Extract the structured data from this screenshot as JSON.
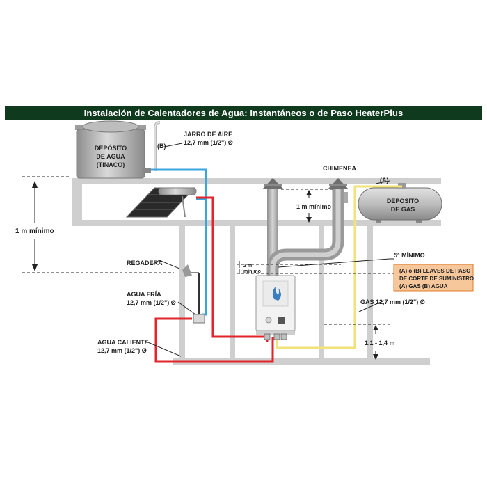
{
  "title": "Instalación de Calentadores de Agua: Instantáneos o de Paso HeaterPlus",
  "labels": {
    "tank_line1": "DEPÓSITO",
    "tank_line2": "DE AGUA",
    "tank_line3": "(TINACO)",
    "air_marker": "(B)",
    "air_line1": "JARRO DE AIRE",
    "air_line2": "12,7 mm (1/2\") Ø",
    "chimney": "CHIMENEA",
    "gas_marker": "(A)",
    "gas_tank_line1": "DEPOSITO",
    "gas_tank_line2": "DE GAS",
    "chimney_height": "1 m mínimo",
    "tank_height": "1 m mínimo",
    "shower": "REGADERA",
    "angle": "5° MÍNIMO",
    "gap_line1": "2 m",
    "gap_line2": "mínimo",
    "cold_line1": "AGUA FRÍA",
    "cold_line2": "12,7 mm (1/2\") Ø",
    "gas_pipe": "GAS 12,7 mm (1/2\") Ø",
    "hot_line1": "AGUA CALIENTE",
    "hot_line2": "12,7 mm (1/2\") Ø",
    "floor_height": "1,1 - 1,4 m"
  },
  "legend": {
    "line1": "(A) o (B) LLAVES DE PASO",
    "line2": "DE CORTE DE SUMINISTRO",
    "line3": "(A) GAS  (B) AGUA"
  },
  "colors": {
    "banner": "#0f3a1e",
    "cold_water": "#3aa6e0",
    "hot_water": "#e0252b",
    "gas": "#f2e27a",
    "structure": "#cfcfcf",
    "legend_fill": "#f6c79a",
    "legend_border": "#e07a2a"
  }
}
